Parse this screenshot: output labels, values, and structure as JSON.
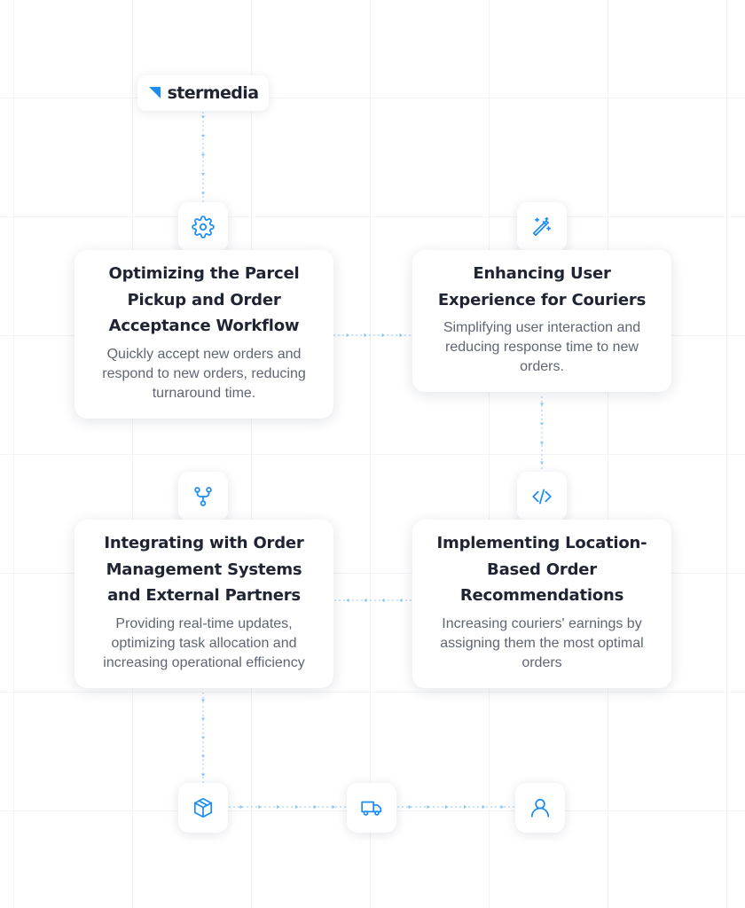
{
  "brand": {
    "name": "stermedia",
    "accent": "#1b8cf2"
  },
  "colors": {
    "icon": "#1b8cf2",
    "connector": "#8cc6f7",
    "title": "#1f2433",
    "text": "#5f6573"
  },
  "steps": [
    {
      "icon": "gear-icon",
      "title": "Optimizing the Parcel Pickup and Order Acceptance Workflow",
      "description": "Quickly accept new orders and respond to new orders, reducing turnaround time."
    },
    {
      "icon": "magic-wand-icon",
      "title": "Enhancing User Experience for Couriers",
      "description": "Simplifying user interaction and reducing response time to new orders."
    },
    {
      "icon": "code-icon",
      "title": "Implementing Location-Based Order Recommendations",
      "description": "Increasing couriers' earnings by assigning them the most optimal orders"
    },
    {
      "icon": "git-branch-icon",
      "title": "Integrating with Order Management Systems and External Partners",
      "description": "Providing real-time updates, optimizing task allocation and increasing operational efficiency"
    }
  ],
  "bottom_flow": [
    {
      "icon": "package-icon"
    },
    {
      "icon": "truck-icon"
    },
    {
      "icon": "user-icon"
    }
  ]
}
